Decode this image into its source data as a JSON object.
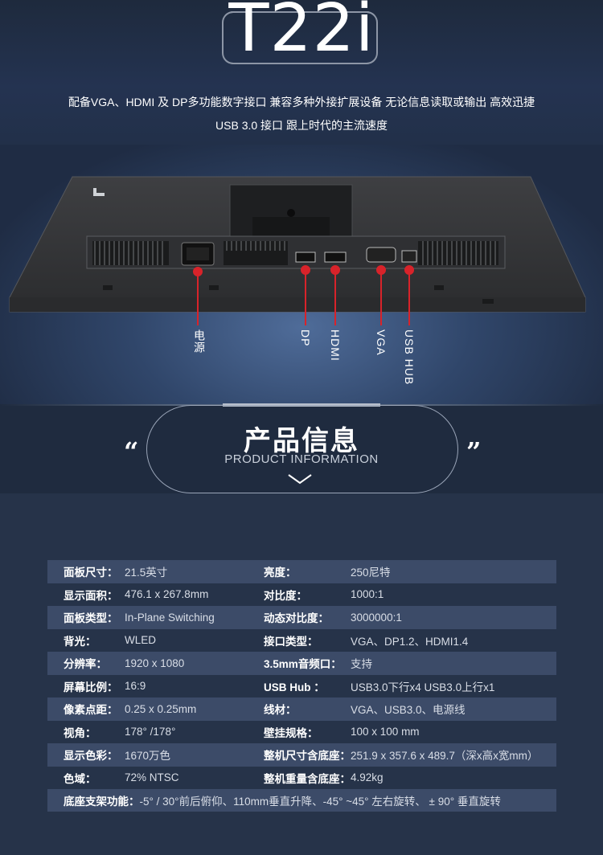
{
  "header": {
    "title": "T22i",
    "intro_line1": "配备VGA、HDMI 及 DP多功能数字接口  兼容多种外接扩展设备  无论信息读取或输出  高效迅捷",
    "intro_line2": "USB 3.0 接口  跟上时代的主流速度"
  },
  "ports": {
    "power": "电源",
    "dp": "DP",
    "hdmi": "HDMI",
    "vga": "VGA",
    "usb_hub": "USB HUB"
  },
  "banner": {
    "cn": "产品信息",
    "en": "PRODUCT INFORMATION",
    "quote_open": "“",
    "quote_close": "”"
  },
  "specs": {
    "rows": [
      {
        "k1": "面板尺寸：",
        "v1": "21.5英寸",
        "k2": "亮度：",
        "v2": "250尼特"
      },
      {
        "k1": "显示面积：",
        "v1": "476.1 x 267.8mm",
        "k2": "对比度：",
        "v2": "1000:1"
      },
      {
        "k1": "面板类型：",
        "v1": "In-Plane Switching",
        "k2": "动态对比度：",
        "v2": "3000000:1"
      },
      {
        "k1": "背光：",
        "v1": "WLED",
        "k2": "接口类型：",
        "v2": "VGA、DP1.2、HDMI1.4"
      },
      {
        "k1": "分辨率：",
        "v1": "1920 x 1080",
        "k2": "3.5mm音频口：",
        "v2": "支持"
      },
      {
        "k1": "屏幕比例：",
        "v1": "16:9",
        "k2": "USB  Hub ：",
        "v2": "USB3.0下行x4    USB3.0上行x1"
      },
      {
        "k1": "像素点距：",
        "v1": "0.25 x 0.25mm",
        "k2": "线材：",
        "v2": "VGA、USB3.0、电源线"
      },
      {
        "k1": "视角：",
        "v1": "178°  /178°",
        "k2": "壁挂规格：",
        "v2": "100 x 100 mm"
      },
      {
        "k1": "显示色彩：",
        "v1": "1670万色",
        "k2": "整机尺寸含底座：",
        "v2": "251.9 x 357.6 x 489.7（深x高x宽mm）"
      },
      {
        "k1": "色域：",
        "v1": "72% NTSC",
        "k2": "整机重量含底座：",
        "v2": "4.92kg"
      }
    ],
    "stand_key": "底座支架功能：",
    "stand_value": "-5° / 30°前后俯仰、110mm垂直升降、-45°  ~45°  左右旋转、 ± 90°  垂直旋转"
  },
  "colors": {
    "page_bg": "#1f2b3f",
    "row_stripe": "#3c4b68",
    "port_marker": "#d8232a"
  }
}
